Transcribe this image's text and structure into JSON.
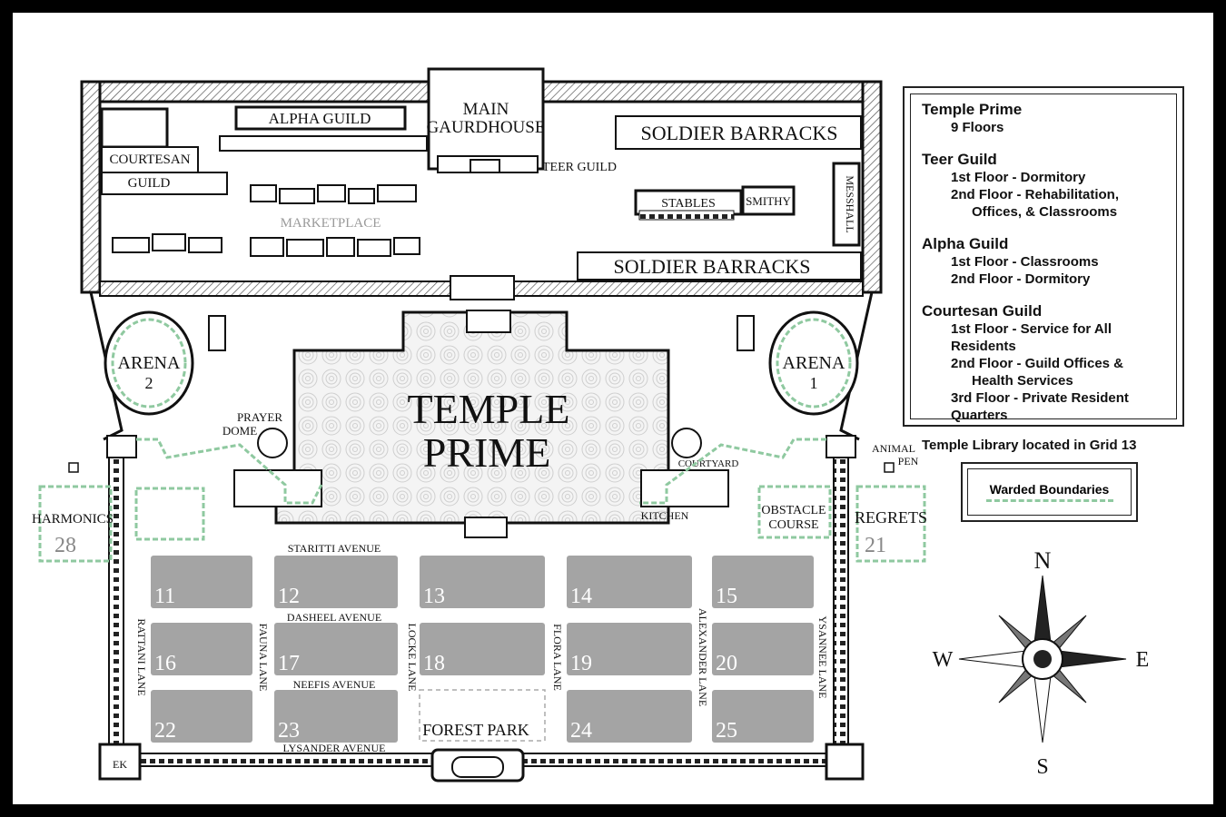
{
  "colors": {
    "ward": "#8fc9a0",
    "grid": "#a4a4a4",
    "wall": "#1a1a1a",
    "frame": "#000000"
  },
  "buildings": {
    "main_guardhouse": [
      "MAIN",
      "GAURDHOUSE"
    ],
    "alpha_guild": "ALPHA GUILD",
    "soldier_barracks_top": "SOLDIER BARRACKS",
    "soldier_barracks_bottom": "SOLDIER BARRACKS",
    "courtesan_guild": [
      "COURTESAN",
      "GUILD"
    ],
    "teer_guild": "TEER GUILD",
    "stables": "STABLES",
    "smithy": "SMITHY",
    "messhall": "MESSHALL",
    "marketplace": "MARKETPLACE",
    "temple_prime": [
      "TEMPLE",
      "PRIME"
    ],
    "arena2": [
      "ARENA",
      "2"
    ],
    "arena1": [
      "ARENA",
      "1"
    ],
    "prayer_dome": [
      "PRAYER",
      "DOME"
    ],
    "courtyard": "COURTYARD",
    "kitchen": "KITCHEN",
    "obstacle_course": [
      "OBSTACLE",
      "COURSE"
    ],
    "animal_pen": [
      "ANIMAL",
      "PEN"
    ],
    "harmonics": "HARMONICS",
    "harmonics_num": "28",
    "regrets": "REGRETS",
    "regrets_num": "21",
    "forest_park": "FOREST PARK"
  },
  "streets": {
    "staritti": "STARITTI AVENUE",
    "dasheel": "DASHEEL AVENUE",
    "neefis": "NEEFIS AVENUE",
    "lysander": "LYSANDER AVENUE",
    "rattani": "RATTANI LANE",
    "fauna": "FAUNA LANE",
    "locke": "LOCKE LANE",
    "flora": "FLORA LANE",
    "alexander": "ALEXANDER LANE",
    "ysannee": "YSANNEE LANE"
  },
  "grids": [
    "11",
    "12",
    "13",
    "14",
    "15",
    "16",
    "17",
    "18",
    "19",
    "20",
    "22",
    "23",
    "24",
    "25"
  ],
  "legend": {
    "sections": [
      {
        "title": "Temple Prime",
        "lines": [
          "9 Floors"
        ]
      },
      {
        "title": "Teer Guild",
        "lines": [
          "1st Floor - Dormitory",
          "2nd Floor - Rehabilitation,",
          "Offices, & Classrooms"
        ]
      },
      {
        "title": "Alpha Guild",
        "lines": [
          "1st Floor - Classrooms",
          "2nd Floor - Dormitory"
        ]
      },
      {
        "title": "Courtesan Guild",
        "lines": [
          "1st Floor - Service for All Residents",
          "2nd Floor - Guild Offices &",
          "Health Services",
          "3rd Floor - Private Resident Quarters"
        ]
      }
    ],
    "footer": "Temple Library located in Grid 13"
  },
  "warded_label": "Warded Boundaries",
  "compass": {
    "n": "N",
    "s": "S",
    "e": "E",
    "w": "W"
  },
  "maker_mark": "EK"
}
